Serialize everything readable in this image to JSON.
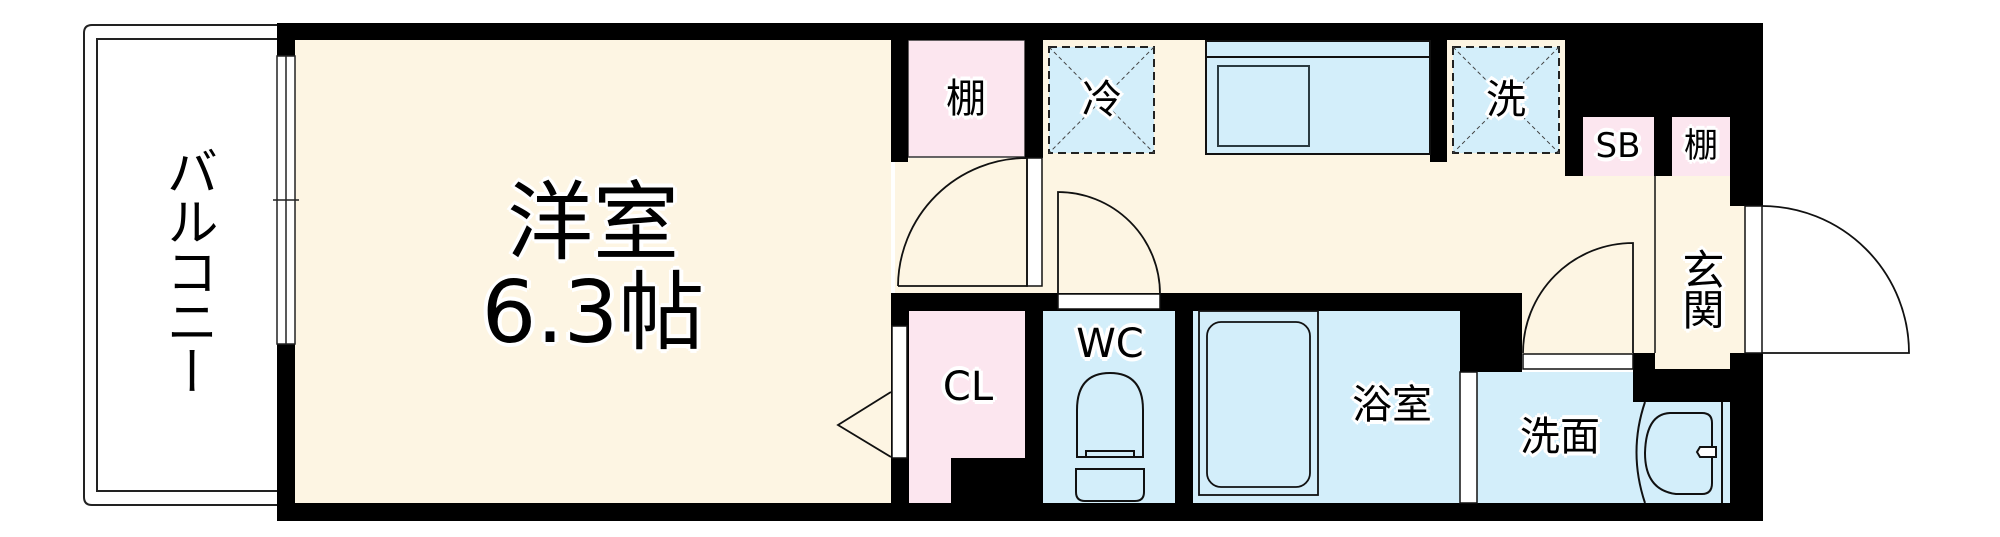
{
  "floor_plan": {
    "colors": {
      "wall": "#000000",
      "floor_room": "#fdf5e3",
      "storage": "#fce6ef",
      "wet_area": "#d3eefa",
      "exterior": "#ffffff",
      "line": "#222222"
    },
    "rooms": {
      "balcony": {
        "label": "バルコニー"
      },
      "western_room": {
        "label": "洋室",
        "size": "6.3帖"
      },
      "shelf_top": {
        "label": "棚"
      },
      "refrigerator": {
        "label": "冷"
      },
      "washer": {
        "label": "洗"
      },
      "shoe_box": {
        "label": "SB"
      },
      "shelf_entry": {
        "label": "棚"
      },
      "entrance": {
        "label": "玄関"
      },
      "closet": {
        "label": "CL"
      },
      "toilet": {
        "label": "WC"
      },
      "bathroom": {
        "label": "浴室"
      },
      "washroom": {
        "label": "洗面"
      }
    }
  }
}
